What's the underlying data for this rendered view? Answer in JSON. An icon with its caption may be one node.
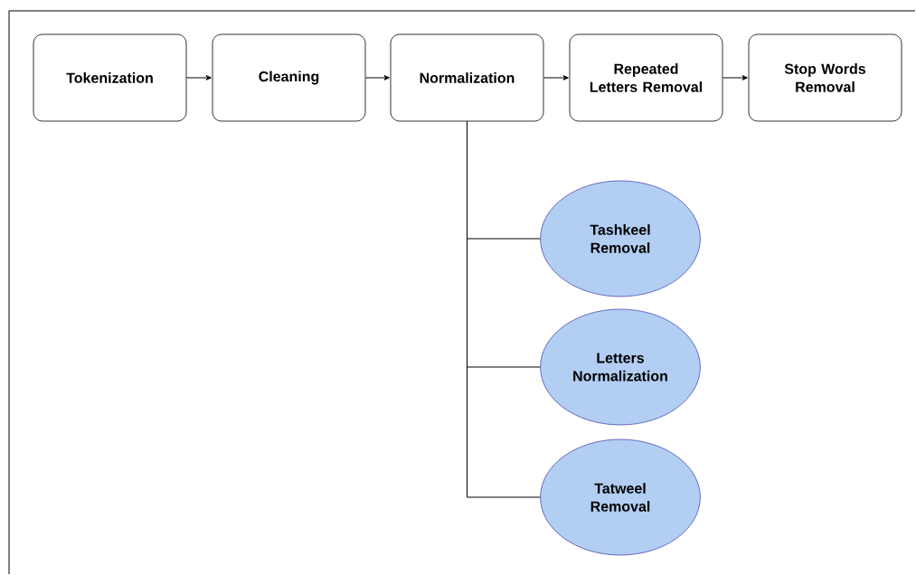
{
  "diagram": {
    "nodes": [
      {
        "text": [
          "Tokenization"
        ]
      },
      {
        "text": [
          "Cleaning"
        ]
      },
      {
        "text": [
          "Normalization"
        ]
      },
      {
        "text": [
          "Repeated Letters Removal"
        ]
      },
      {
        "text": [
          "Stop Words Removal"
        ]
      },
      {
        "text": [
          "Tashkeel Removal"
        ]
      },
      {
        "text": [
          "Letters Normalization"
        ]
      },
      {
        "text": [
          "Tatweel Removal"
        ]
      }
    ],
    "edges": [
      {
        "from": 0,
        "to": 1,
        "arrow": "to"
      },
      {
        "from": 1,
        "to": 2,
        "arrow": "to"
      },
      {
        "from": 2,
        "to": 3,
        "arrow": "to"
      },
      {
        "from": 3,
        "to": 4,
        "arrow": "to"
      },
      {
        "from": 2,
        "to": 5,
        "arrow": "none"
      },
      {
        "from": 2,
        "to": 6,
        "arrow": "none"
      },
      {
        "from": 2,
        "to": 7,
        "arrow": "none"
      }
    ]
  }
}
